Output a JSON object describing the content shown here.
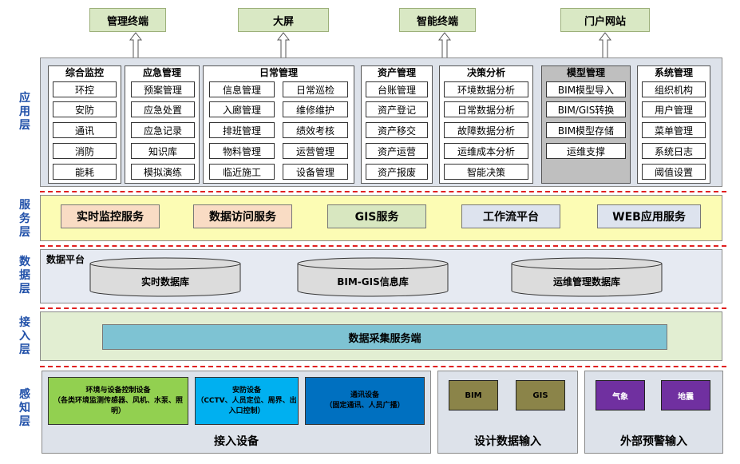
{
  "terminals": [
    "管理终端",
    "大屏",
    "智能终端",
    "门户网站"
  ],
  "layers": {
    "application": "应用层",
    "service": "服务层",
    "data": "数据层",
    "access": "接入层",
    "perception": "感知层"
  },
  "modules": [
    {
      "title": "综合监控",
      "items": [
        "环控",
        "安防",
        "通讯",
        "消防",
        "能耗"
      ]
    },
    {
      "title": "应急管理",
      "items": [
        "预案管理",
        "应急处置",
        "应急记录",
        "知识库",
        "模拟演练"
      ]
    },
    {
      "title": "日常管理",
      "items": [
        "信息管理",
        "日常巡检",
        "入廊管理",
        "维修维护",
        "排班管理",
        "绩效考核",
        "物料管理",
        "运营管理",
        "临近施工",
        "设备管理"
      ]
    },
    {
      "title": "资产管理",
      "items": [
        "台账管理",
        "资产登记",
        "资产移交",
        "资产运营",
        "资产报废"
      ]
    },
    {
      "title": "决策分析",
      "items": [
        "环境数据分析",
        "日常数据分析",
        "故障数据分析",
        "运维成本分析",
        "智能决策"
      ]
    },
    {
      "title": "模型管理",
      "items": [
        "BIM模型导入",
        "BIM/GIS转换",
        "BIM模型存储",
        "运维支撑"
      ]
    },
    {
      "title": "系统管理",
      "items": [
        "组织机构",
        "用户管理",
        "菜单管理",
        "系统日志",
        "阈值设置"
      ]
    }
  ],
  "services": [
    "实时监控服务",
    "数据访问服务",
    "GIS服务",
    "工作流平台",
    "WEB应用服务"
  ],
  "data_platform": {
    "label": "数据平台",
    "databases": [
      "实时数据库",
      "BIM-GIS信息库",
      "运维管理数据库"
    ]
  },
  "access_service": "数据采集服务端",
  "perception": {
    "devices": [
      {
        "title": "环境与设备控制设备",
        "sub": "（各类环境监测传感器、风机、水泵、照明）"
      },
      {
        "title": "安防设备",
        "sub": "（CCTV、人员定位、周界、出入口控制）"
      },
      {
        "title": "通讯设备",
        "sub": "（固定通讯、人员广播）"
      }
    ],
    "devices_label": "接入设备",
    "design_inputs": [
      "BIM",
      "GIS"
    ],
    "design_label": "设计数据输入",
    "warning_inputs": [
      "气象",
      "地震"
    ],
    "warning_label": "外部预警输入"
  },
  "colors": {
    "terminal": "#d9e8c4",
    "app_bg": "#dde2ea",
    "service_bg": "#fcfcb4",
    "data_bg": "#e6eaf2",
    "access_bg": "#e2eed2",
    "collector": "#7ec3d3",
    "device_green": "#92d050",
    "device_blue": "#00b0f0",
    "device_navy": "#0070c0",
    "olive": "#8b8449",
    "purple": "#7030a0",
    "layer_label": "#1f4fa8",
    "divider": "#e02020"
  }
}
